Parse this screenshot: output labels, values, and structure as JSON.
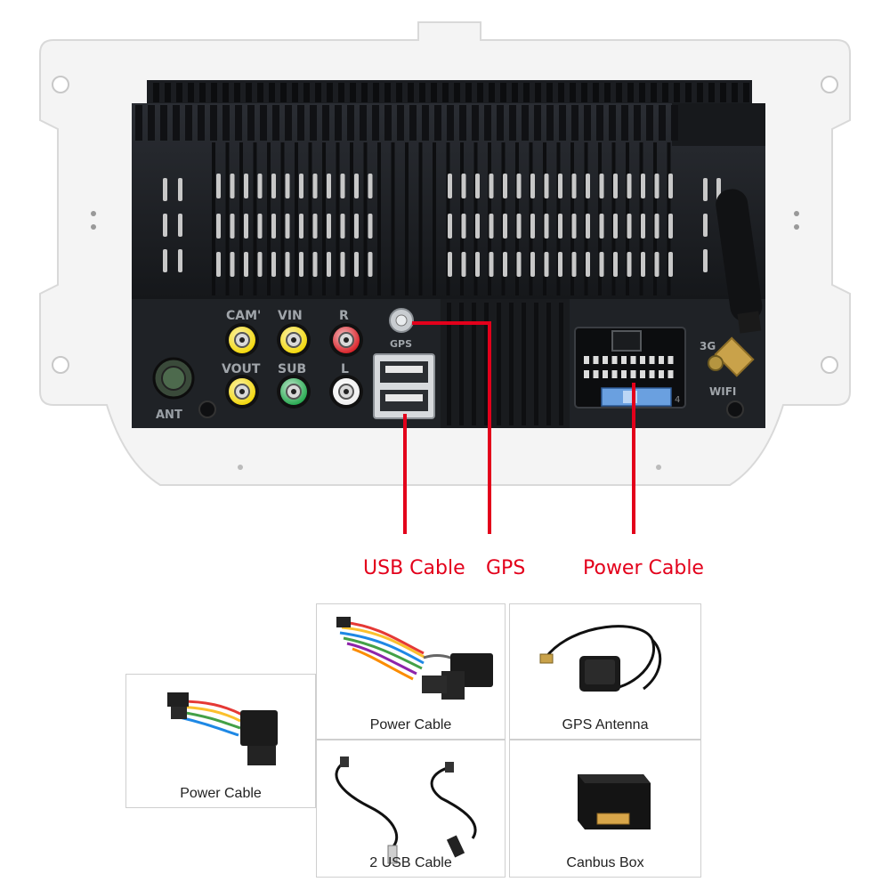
{
  "unit": {
    "port_labels": {
      "cam": "CAM'",
      "vin": "VIN",
      "r": "R",
      "vout": "VOUT",
      "sub": "SUB",
      "l": "L",
      "ant": "ANT",
      "gps": "GPS",
      "wifi": "WIFI",
      "three_g": "3G",
      "fuse_mark": "4"
    }
  },
  "callouts": {
    "usb": "USB Cable",
    "gps": "GPS",
    "power": "Power Cable"
  },
  "accessories": [
    {
      "label": "Power Cable",
      "icon": "power-harness-icon"
    },
    {
      "label": "GPS Antenna",
      "icon": "gps-antenna-icon"
    },
    {
      "label": "Power Cable",
      "icon": "adapter-harness-icon"
    },
    {
      "label": "2 USB Cable",
      "icon": "usb-cable-icon"
    },
    {
      "label": "Canbus Box",
      "icon": "canbus-box-icon"
    }
  ],
  "colors": {
    "callout_red": "#e3001b",
    "rca_yellow": "#f2d600",
    "rca_red": "#d71a21",
    "rca_green": "#1fa64a",
    "rca_white": "#f0f0f0",
    "chassis": "#1c1e22",
    "bezel": "#f4f4f4"
  }
}
